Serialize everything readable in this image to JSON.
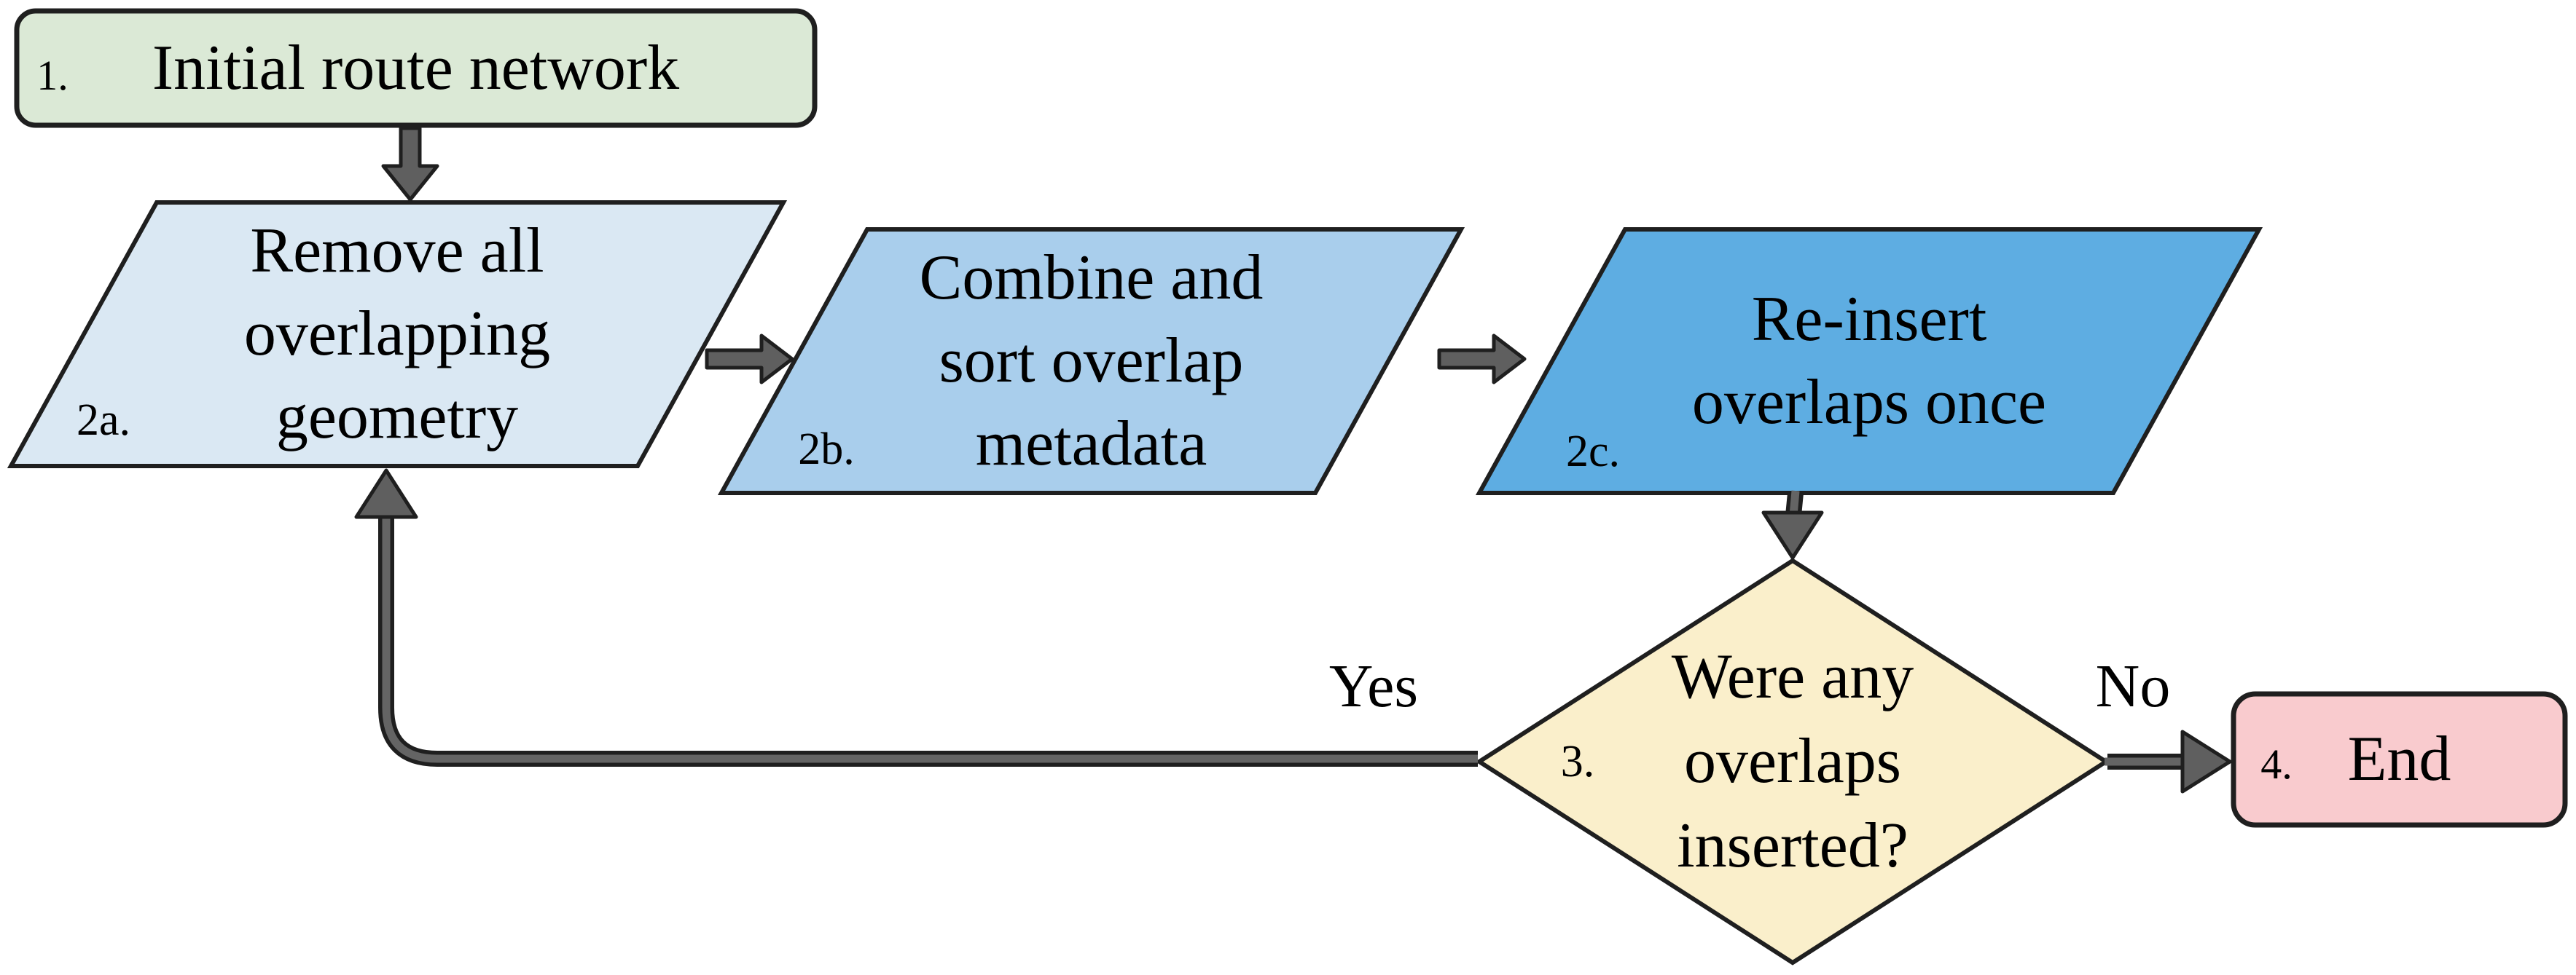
{
  "colors": {
    "background": "#ffffff",
    "shape_border": "#1f1f1f",
    "arrow_gray": "#5f5f5f",
    "start_fill": "#dbe9d6",
    "step2a_fill": "#dae8f3",
    "step2b_fill": "#a9ceec",
    "step2c_fill": "#5eade2",
    "decision_fill": "#faefcb",
    "end_fill": "#f9cbce"
  },
  "nodes": {
    "start": {
      "number": "1.",
      "label": "Initial route network"
    },
    "step2a": {
      "number": "2a.",
      "lines": [
        "Remove all",
        "overlapping",
        "geometry"
      ]
    },
    "step2b": {
      "number": "2b.",
      "lines": [
        "Combine and",
        "sort overlap",
        "metadata"
      ]
    },
    "step2c": {
      "number": "2c.",
      "lines": [
        "Re-insert",
        "overlaps once"
      ]
    },
    "decision": {
      "number": "3.",
      "lines": [
        "Were any",
        "overlaps",
        "inserted?"
      ]
    },
    "end": {
      "number": "4.",
      "label": "End"
    }
  },
  "edges": {
    "yes_label": "Yes",
    "no_label": "No"
  }
}
